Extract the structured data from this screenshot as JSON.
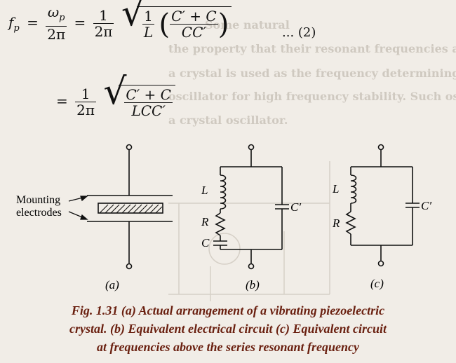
{
  "equation2": {
    "lhs": "f",
    "lhs_sub": "p",
    "eq": "=",
    "omega_num": "ω",
    "omega_sub": "p",
    "den_2pi": "2π",
    "one": "1",
    "inner_one": "1",
    "inner_L": "L",
    "inner_num": "C′ + C",
    "inner_den": "CC′",
    "label": "... (2)"
  },
  "equation_second": {
    "eq": "=",
    "one": "1",
    "den_2pi": "2π",
    "num": "C′ + C",
    "den": "LCC′"
  },
  "bleed_text": [
    "Some natural",
    "the property that their resonant frequencies are",
    "a crystal is used as the frequency determining",
    "oscillator for high frequency stability. Such os",
    "a crystal oscillator."
  ],
  "diagram": {
    "mounting_label_1": "Mounting",
    "mounting_label_2": "electrodes",
    "circuit_b": {
      "L": "L",
      "R": "R",
      "C": "C",
      "Cp": "C′"
    },
    "circuit_c": {
      "L": "L",
      "R": "R",
      "Cp": "C′"
    },
    "label_a": "(a)",
    "label_b": "(b)",
    "label_c": "(c)"
  },
  "caption": {
    "line1": "Fig. 1.31 (a) Actual arrangement of a vibrating piezoelectric",
    "line2": "crystal. (b) Equivalent electrical circuit (c) Equivalent circuit",
    "line3": "at frequencies above the series resonant frequency"
  }
}
